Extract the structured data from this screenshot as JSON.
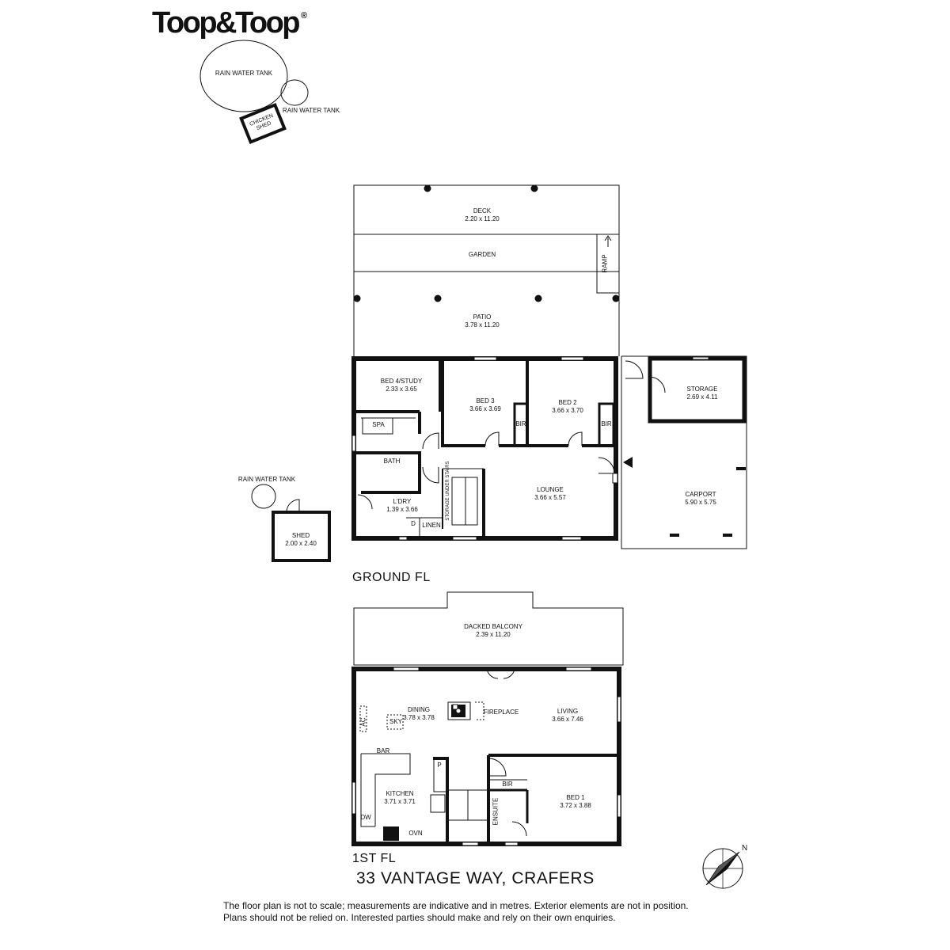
{
  "brand": {
    "name": "Toop&Toop",
    "registered_mark": "®"
  },
  "address": "33 VANTAGE WAY, CRAFERS",
  "disclaimer": {
    "line1": "The floor plan is not to scale; measurements are indicative and in metres. Exterior elements are not in position.",
    "line2": "Plans should not be relied on. Interested parties should make and rely on their own enquiries."
  },
  "compass": {
    "north_label": "N"
  },
  "floors": {
    "ground": {
      "title": "GROUND FL",
      "rooms": {
        "deck": {
          "name": "DECK",
          "dims": "2.20 x 11.20"
        },
        "garden": {
          "name": "GARDEN"
        },
        "ramp": {
          "name": "RAMP"
        },
        "patio": {
          "name": "PATIO",
          "dims": "3.78 x 11.20"
        },
        "bed4": {
          "name": "BED 4/STUDY",
          "dims": "2.33 x 3.65"
        },
        "bed3": {
          "name": "BED 3",
          "dims": "3.66 x 3.69"
        },
        "bed2": {
          "name": "BED 2",
          "dims": "3.66 x 3.70"
        },
        "bir_bed3": {
          "name": "BIR"
        },
        "bir_bed2": {
          "name": "BIR"
        },
        "storage": {
          "name": "STORAGE",
          "dims": "2.69 x 4.11"
        },
        "spa": {
          "name": "SPA"
        },
        "bath": {
          "name": "BATH"
        },
        "laundry": {
          "name": "L'DRY",
          "dims": "1.39 x 3.66"
        },
        "dryer": {
          "name": "D"
        },
        "linen": {
          "name": "LINEN"
        },
        "storage_stairs": {
          "name": "STORAGE UNDER STAIRS"
        },
        "lounge": {
          "name": "LOUNGE",
          "dims": "3.66 x 5.57"
        },
        "carport": {
          "name": "CARPORT",
          "dims": "5.90 x 5.75"
        }
      }
    },
    "first": {
      "title": "1ST FL",
      "rooms": {
        "balcony": {
          "name": "DACKED BALCONY",
          "dims": "2.39 x 11.20"
        },
        "dining": {
          "name": "DINING",
          "dims": "3.78 x 3.78"
        },
        "fireplace": {
          "name": "FIREPLACE"
        },
        "living": {
          "name": "LIVING",
          "dims": "3.66 x 7.46"
        },
        "ac": {
          "name": "AC"
        },
        "sky": {
          "name": "SKY"
        },
        "bar": {
          "name": "BAR"
        },
        "pantry": {
          "name": "P"
        },
        "kitchen": {
          "name": "KITCHEN",
          "dims": "3.71 x 3.71"
        },
        "dw": {
          "name": "DW"
        },
        "ovn": {
          "name": "OVN"
        },
        "bir": {
          "name": "BIR"
        },
        "ensuite": {
          "name": "ENSUITE"
        },
        "bed1": {
          "name": "BED 1",
          "dims": "3.72 x 3.88"
        }
      }
    }
  },
  "site": {
    "rain_tank_1": "RAIN WATER TANK",
    "rain_tank_2": "RAIN WATER TANK",
    "rain_tank_3": "RAIN WATER TANK",
    "chicken_shed": {
      "line1": "CHICKEN",
      "line2": "SHED"
    },
    "shed": {
      "name": "SHED",
      "dims": "2.00 x 2.40"
    }
  }
}
